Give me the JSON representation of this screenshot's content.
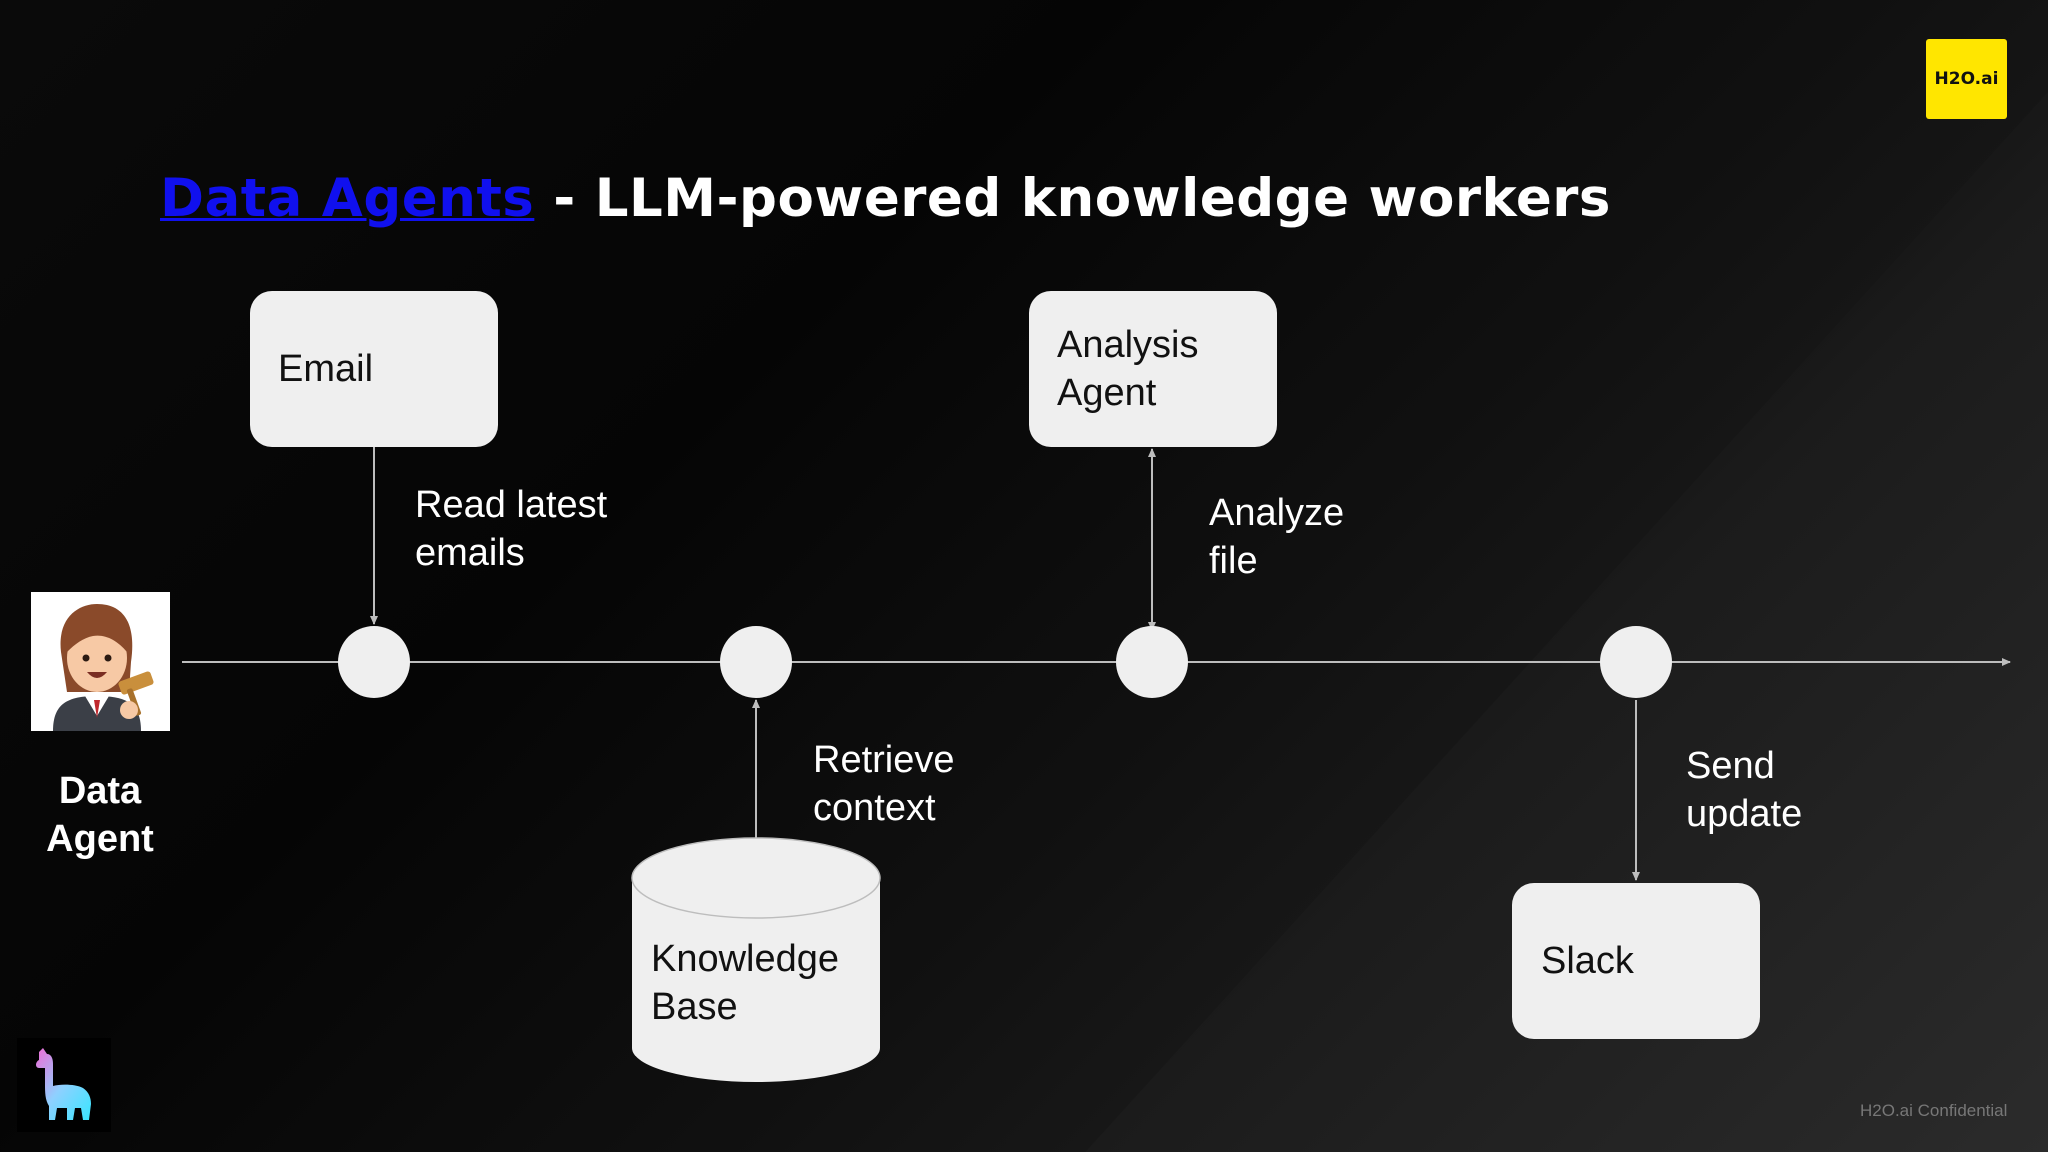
{
  "slide": {
    "title_link": "Data Agents",
    "title_rest": " - LLM-powered knowledge workers",
    "brand_logo_text": "H2O.ai",
    "confidential": "H2O.ai Confidential"
  },
  "agent": {
    "label_line1": "Data",
    "label_line2": "Agent",
    "avatar_icon": "judge-avatar-icon"
  },
  "nodes": {
    "email": "Email",
    "analysis_agent": "Analysis\nAgent",
    "knowledge_base": "Knowledge\nBase",
    "slack": "Slack"
  },
  "steps": {
    "read_emails": "Read latest\nemails",
    "retrieve_context": "Retrieve\ncontext",
    "analyze_file": "Analyze\nfile",
    "send_update": "Send\nupdate"
  },
  "colors": {
    "link": "#1010ee",
    "logo_bg": "#ffe600",
    "card_bg": "#efefef",
    "line": "#bdbdbd"
  }
}
